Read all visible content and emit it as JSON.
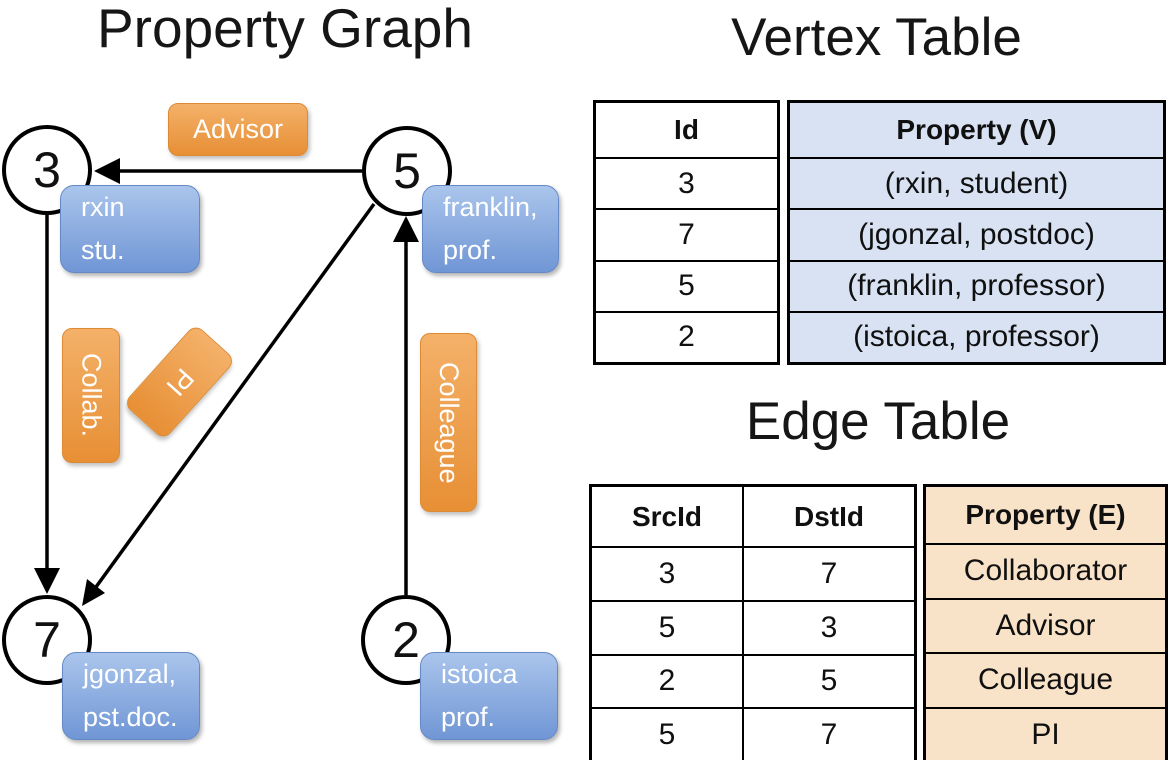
{
  "graph": {
    "title": "Property Graph",
    "nodes": [
      {
        "id": "3",
        "property": [
          "rxin",
          "stu."
        ]
      },
      {
        "id": "5",
        "property": [
          "franklin,",
          "prof."
        ]
      },
      {
        "id": "7",
        "property": [
          "jgonzal,",
          "pst.doc."
        ]
      },
      {
        "id": "2",
        "property": [
          "istoica",
          "prof."
        ]
      }
    ],
    "edge_labels": [
      {
        "label": "Advisor"
      },
      {
        "label": "Collab."
      },
      {
        "label": "PI"
      },
      {
        "label": "Colleague"
      }
    ]
  },
  "vertex_table": {
    "title": "Vertex Table",
    "columns": [
      "Id",
      "Property (V)"
    ],
    "rows": [
      [
        "3",
        "(rxin, student)"
      ],
      [
        "7",
        "(jgonzal, postdoc)"
      ],
      [
        "5",
        "(franklin, professor)"
      ],
      [
        "2",
        "(istoica, professor)"
      ]
    ]
  },
  "edge_table": {
    "title": "Edge Table",
    "columns": [
      "SrcId",
      "DstId",
      "Property (E)"
    ],
    "rows": [
      [
        "3",
        "7",
        "Collaborator"
      ],
      [
        "5",
        "3",
        "Advisor"
      ],
      [
        "2",
        "5",
        "Colleague"
      ],
      [
        "5",
        "7",
        "PI"
      ]
    ]
  },
  "colors": {
    "edge_label_orange_top": "#F4B169",
    "edge_label_orange_bottom": "#E78F35",
    "vertex_box_blue_top": "#AAC5EC",
    "vertex_box_blue_bottom": "#7096D5",
    "vertex_table_cell_blue": "#D8E2F3",
    "edge_table_cell_peach": "#F8E2C8",
    "line_black": "#000000"
  }
}
